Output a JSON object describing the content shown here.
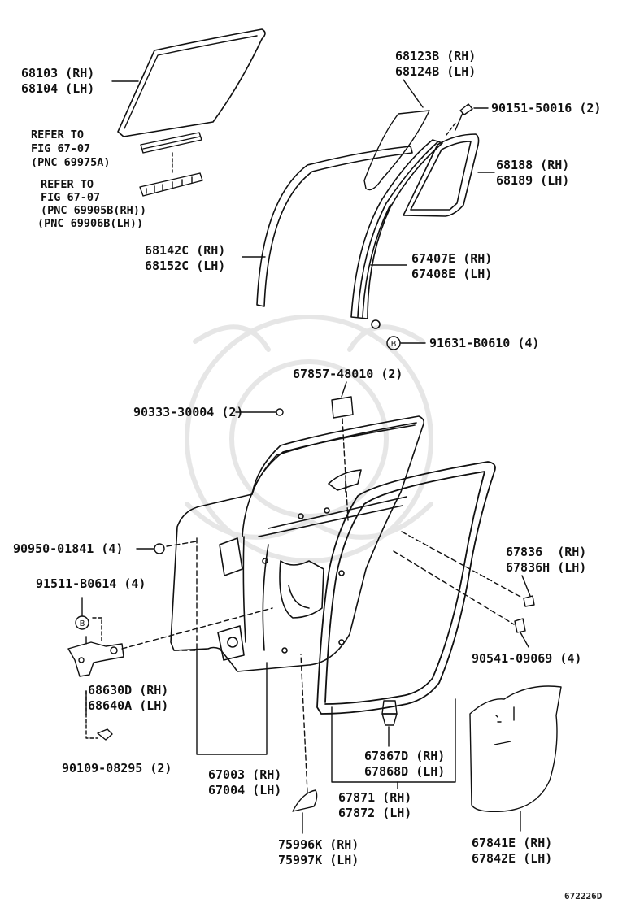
{
  "labels": {
    "glass": [
      "68103 (RH)",
      "68104 (LH)"
    ],
    "ref1": [
      "REFER TO",
      "FIG 67-07",
      "(PNC 69975A)"
    ],
    "ref2": [
      "REFER TO",
      "FIG 67-07",
      "(PNC 69905B(RH))",
      "(PNC 69906B(LH))"
    ],
    "run_channel": [
      "68142C (RH)",
      "68152C (LH)"
    ],
    "upper_cover": [
      "68123B (RH)",
      "68124B (LH)"
    ],
    "screw_top": "90151-50016 (2)",
    "quarter_glass": [
      "68188 (RH)",
      "68189 (LH)"
    ],
    "frame_channel": [
      "67407E (RH)",
      "67408E (LH)"
    ],
    "bolt_b_top": "91631-B0610 (4)",
    "seal_67857": "67857-48010 (2)",
    "plug_90333": "90333-30004 (2)",
    "nut_90950": "90950-01841 (4)",
    "bolt_91511": "91511-B0614 (4)",
    "hinge": [
      "68630D (RH)",
      "68640A (LH)"
    ],
    "pin_90109": "90109-08295 (2)",
    "door_panel": [
      "67003 (RH)",
      "67004 (LH)"
    ],
    "cover_75996": [
      "75996K (RH)",
      "75997K (LH)"
    ],
    "clip_67867": [
      "67867D (RH)",
      "67868D (LH)"
    ],
    "weatherstrip": [
      "67871 (RH)",
      "67872 (LH)"
    ],
    "hole_cover": [
      "67841E (RH)",
      "67842E (LH)"
    ],
    "clip_67836": [
      "67836  (RH)",
      "67836H (LH)"
    ],
    "clip_90541": "90541-09069 (4)",
    "fig_code": "672226D"
  }
}
